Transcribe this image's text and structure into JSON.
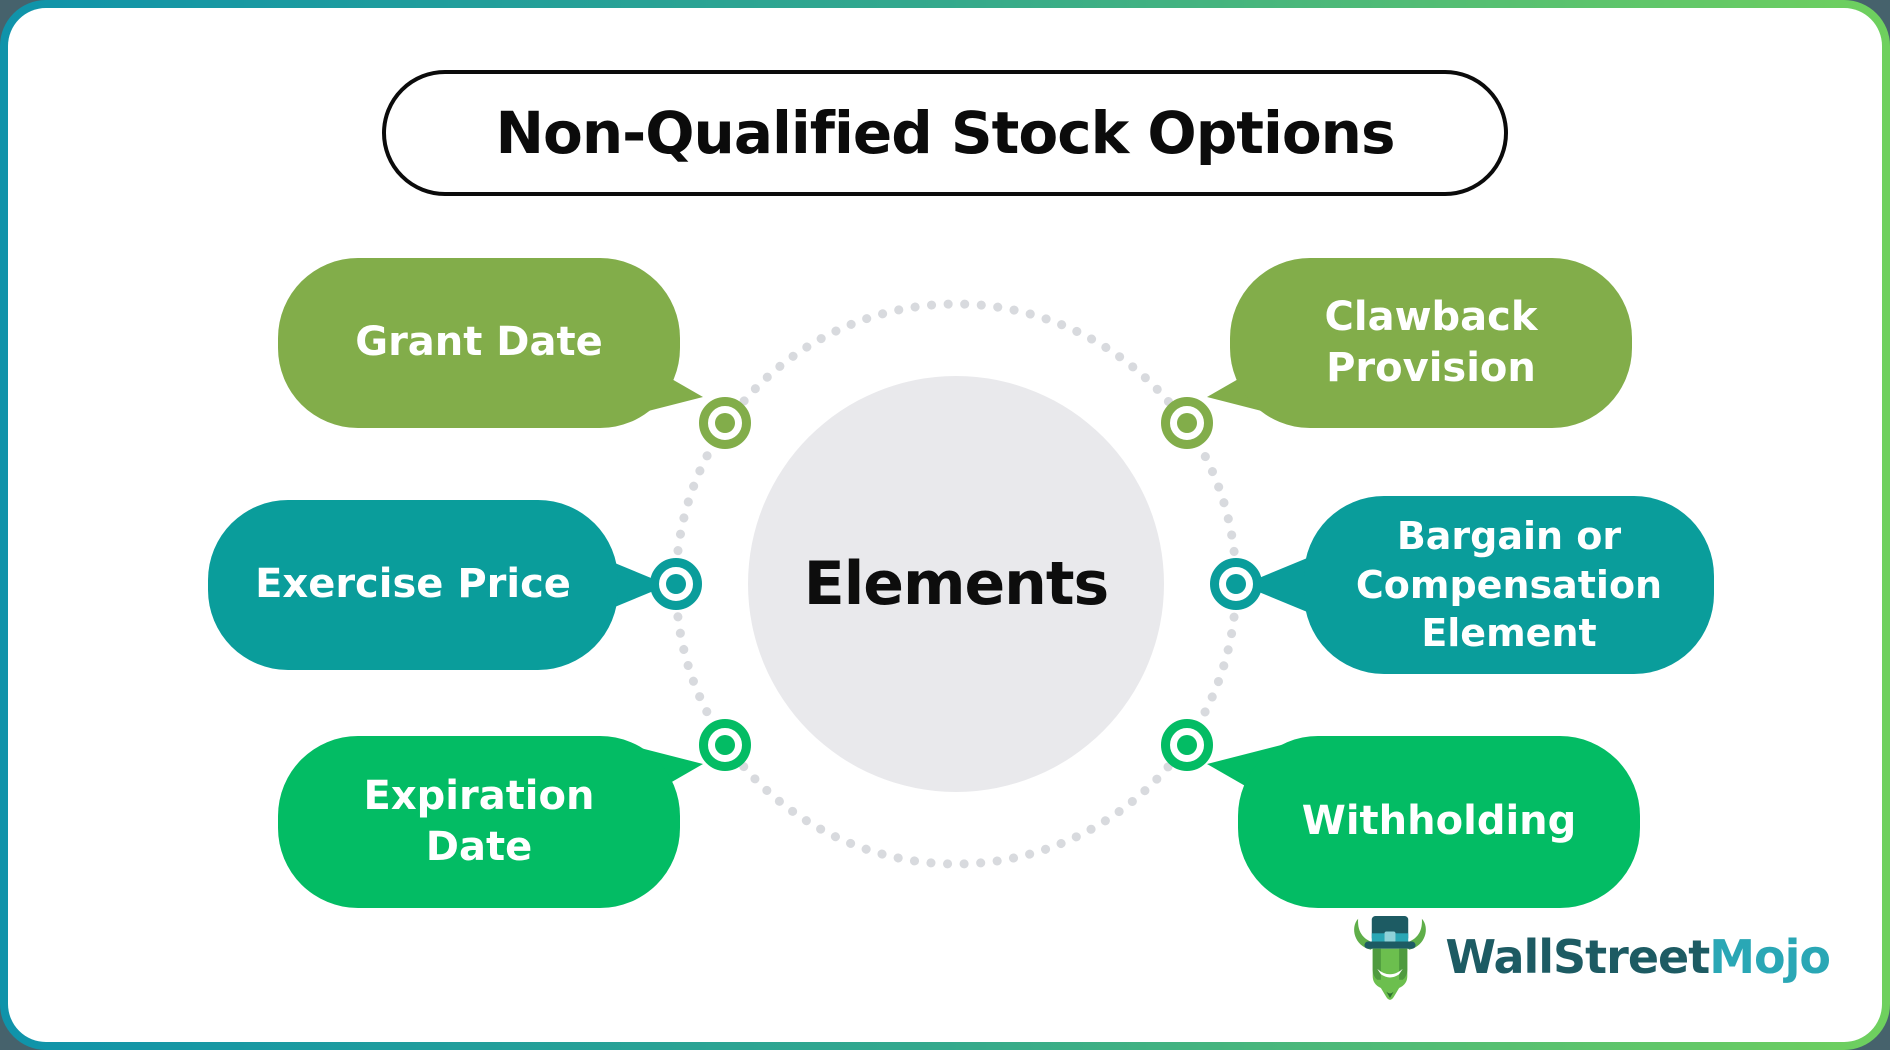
{
  "frame": {
    "title": "Non-Qualified Stock Options",
    "border_gradient_left": "#0f93aa",
    "border_gradient_right": "#6fd05e",
    "background": "#ffffff"
  },
  "diagram": {
    "center_label": "Elements",
    "center_circle_color": "#e9e9ec",
    "dotted_ring_color": "#d8dade",
    "items": [
      {
        "label": "Grant Date",
        "color": "#82ad4a",
        "position": "top-left"
      },
      {
        "label": "Exercise Price",
        "color": "#0a9d9b",
        "position": "middle-left"
      },
      {
        "label": "Expiration Date",
        "color": "#03bc64",
        "position": "bottom-left"
      },
      {
        "label": "Clawback Provision",
        "color": "#82ad4a",
        "position": "top-right"
      },
      {
        "label": "Bargain or Compensation Element",
        "color": "#0a9d9b",
        "position": "middle-right"
      },
      {
        "label": "Withholding",
        "color": "#03bc64",
        "position": "bottom-right"
      }
    ]
  },
  "logo": {
    "brand_first": "WallStreet",
    "brand_second": "Mojo",
    "icon": "bull-with-top-hat-icon",
    "color_first": "#1d5b63",
    "color_second": "#2aa7b5"
  }
}
